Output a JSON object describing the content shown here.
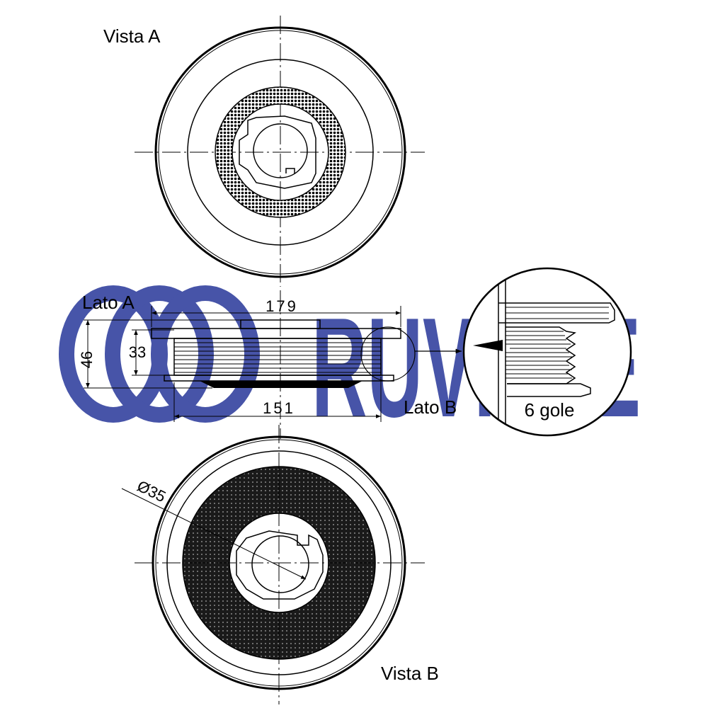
{
  "watermark": {
    "brand": "RUVILLE",
    "color": "#27379a"
  },
  "views": {
    "view_a_label": "Vista A",
    "view_b_label": "Vista B",
    "side_a_label": "Lato A",
    "side_b_label": "Lato B"
  },
  "dimensions": {
    "overall_diameter": "179",
    "groove_diameter": "151",
    "total_width": "46",
    "belt_width": "33",
    "bore_diameter": "Ø35"
  },
  "detail": {
    "grooves_label": "6 gole"
  }
}
